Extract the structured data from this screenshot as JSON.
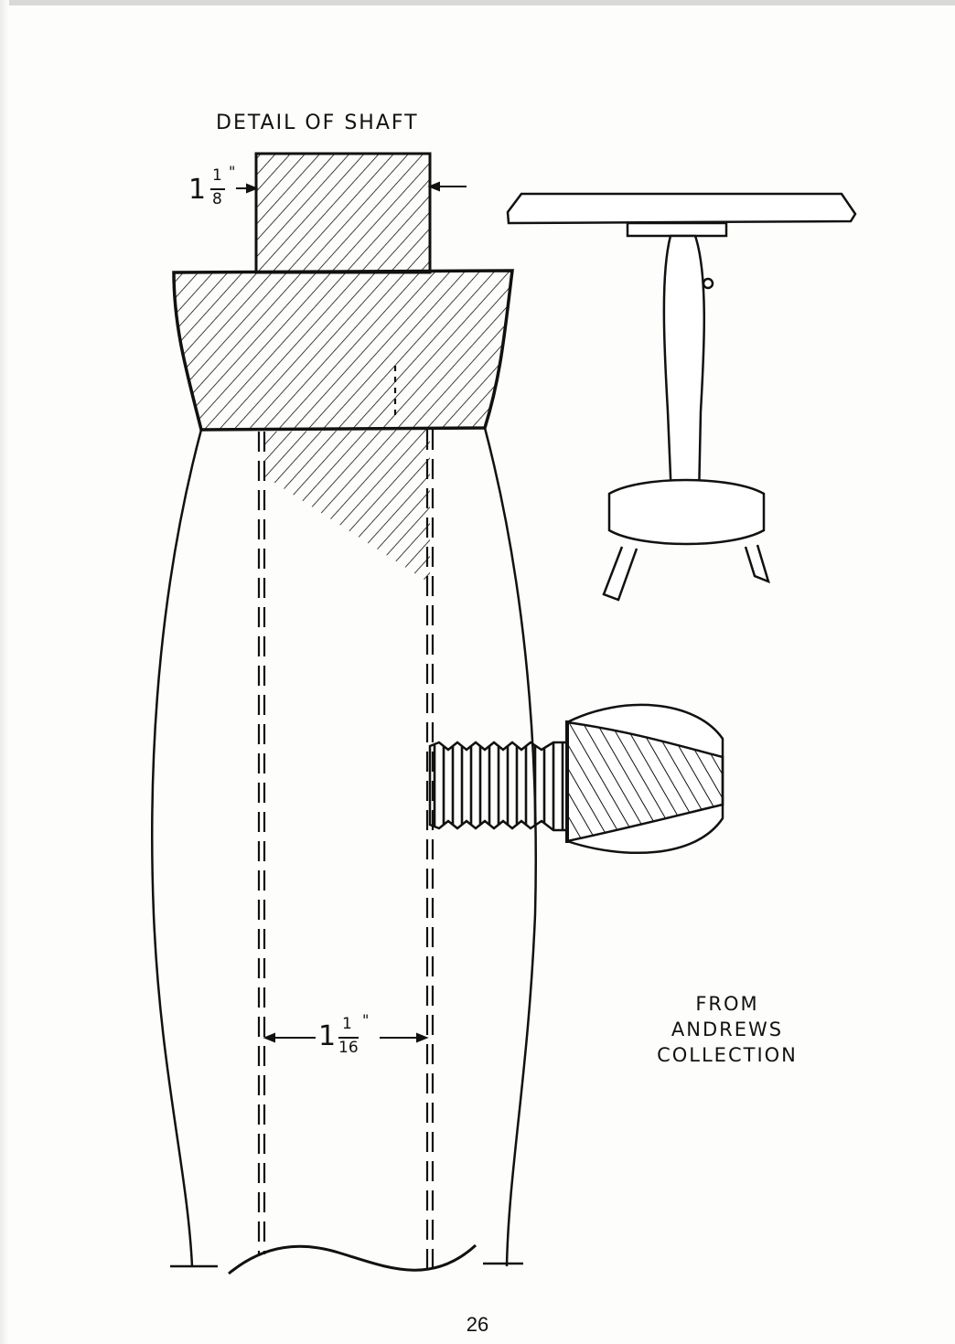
{
  "diagram": {
    "title": "DETAIL OF SHAFT",
    "dimension_top": {
      "whole": "1",
      "numerator": "1",
      "denominator": "8",
      "unit": "\""
    },
    "dimension_bottom": {
      "whole": "1",
      "numerator": "1",
      "denominator": "16",
      "unit": "\""
    },
    "credit_lines": [
      "FROM",
      "ANDREWS",
      "COLLECTION"
    ]
  },
  "page": {
    "number": "26"
  }
}
